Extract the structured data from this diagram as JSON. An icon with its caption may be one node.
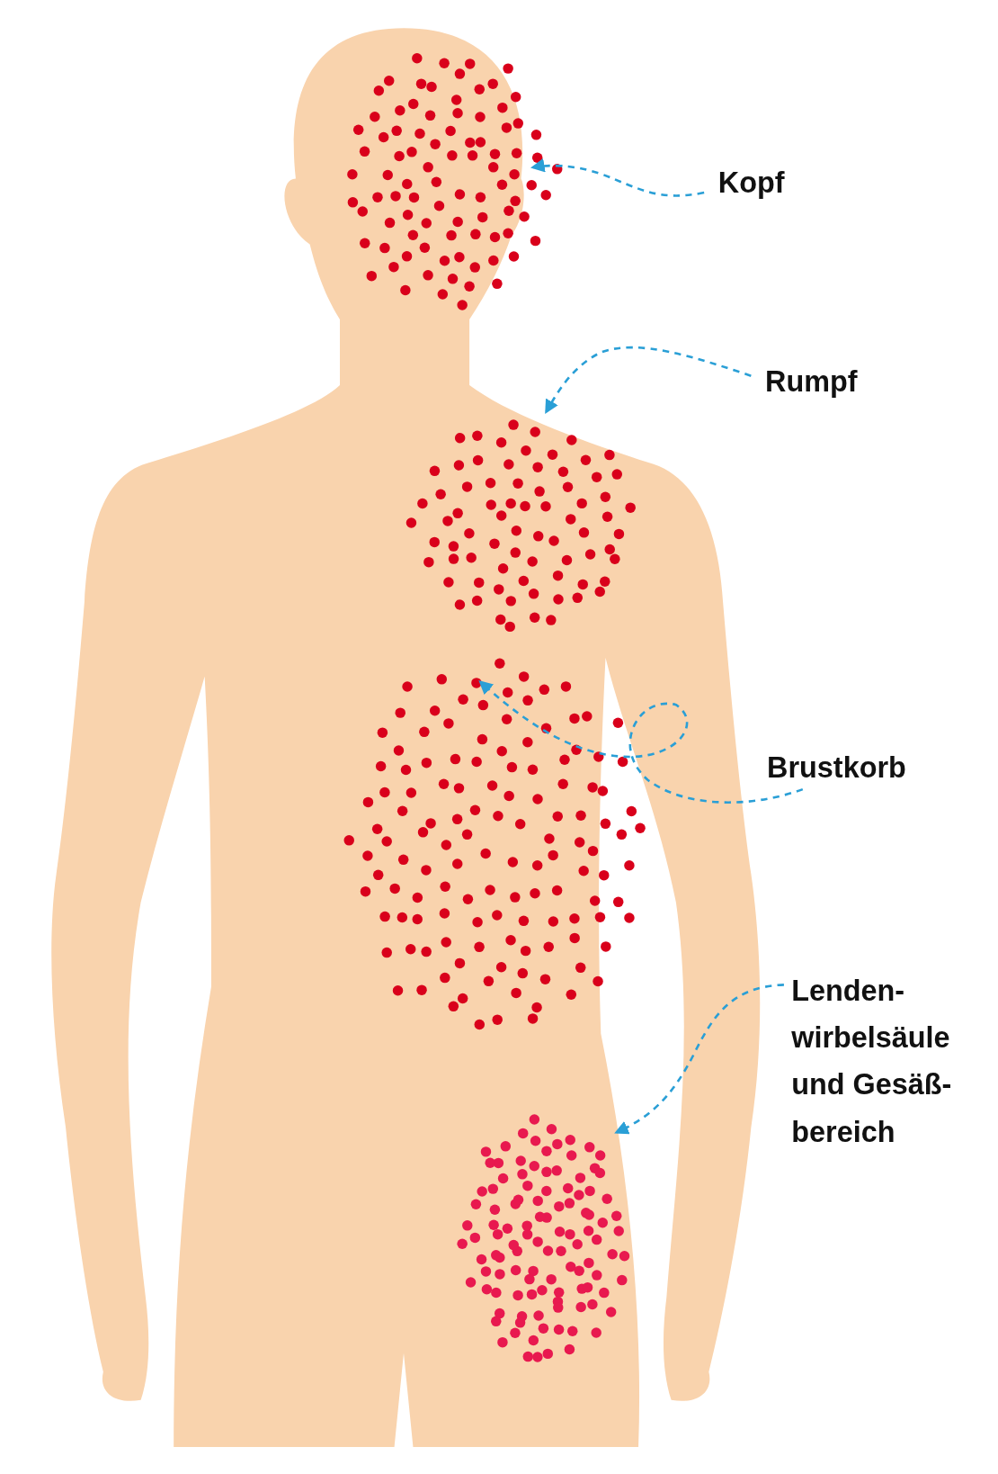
{
  "diagram": {
    "nodes": [
      {
        "text": [
          "Kopf"
        ]
      },
      {
        "text": [
          "Rumpf"
        ]
      },
      {
        "text": [
          "Brustkorb"
        ]
      },
      {
        "text": [
          "Lenden- wirbelsäule und Gesäß- bereich"
        ]
      }
    ],
    "edges": [
      {
        "from": 0,
        "to": null,
        "arrow": "to",
        "style": "dashed"
      },
      {
        "from": 1,
        "to": null,
        "arrow": "to",
        "style": "dashed"
      },
      {
        "from": 2,
        "to": null,
        "arrow": "to",
        "style": "dashed"
      },
      {
        "from": 3,
        "to": null,
        "arrow": "to",
        "style": "dashed"
      }
    ]
  }
}
